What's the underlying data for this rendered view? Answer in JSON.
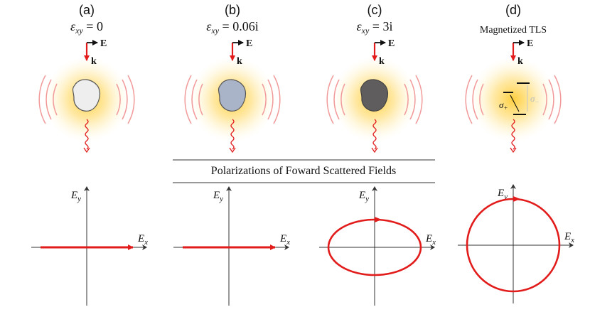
{
  "panels": [
    {
      "label": "(a)",
      "eq_sym": "ε",
      "eq_sub": "xy",
      "eq_val": " = 0",
      "particle_color": "#eeeeee"
    },
    {
      "label": "(b)",
      "eq_sym": "ε",
      "eq_sub": "xy",
      "eq_val": " = 0.06i",
      "particle_color": "#aab4c8"
    },
    {
      "label": "(c)",
      "eq_sym": "ε",
      "eq_sub": "xy",
      "eq_val": " = 3i",
      "particle_color": "#5f5d5d"
    },
    {
      "label": "(d)",
      "title": "Magnetized TLS"
    }
  ],
  "field_labels": {
    "E": "E",
    "k": "k"
  },
  "tls": {
    "sigma_plus": "σ",
    "sigma_plus_sub": "+",
    "sigma_minus": "σ",
    "sigma_minus_sub": "−"
  },
  "center_title": "Polarizations of Foward Scattered Fields",
  "axes": {
    "x_main": "E",
    "x_sub": "x",
    "y_main": "E",
    "y_sub": "y"
  },
  "colors": {
    "accent": "#e21b1b",
    "glow": "#ffd24d",
    "axis": "#333333"
  },
  "polarization": [
    {
      "shape": "linear",
      "ratio": 0
    },
    {
      "shape": "linear",
      "ratio": 0.02
    },
    {
      "shape": "ellipse",
      "ratio": 0.6
    },
    {
      "shape": "circle",
      "ratio": 1
    }
  ]
}
